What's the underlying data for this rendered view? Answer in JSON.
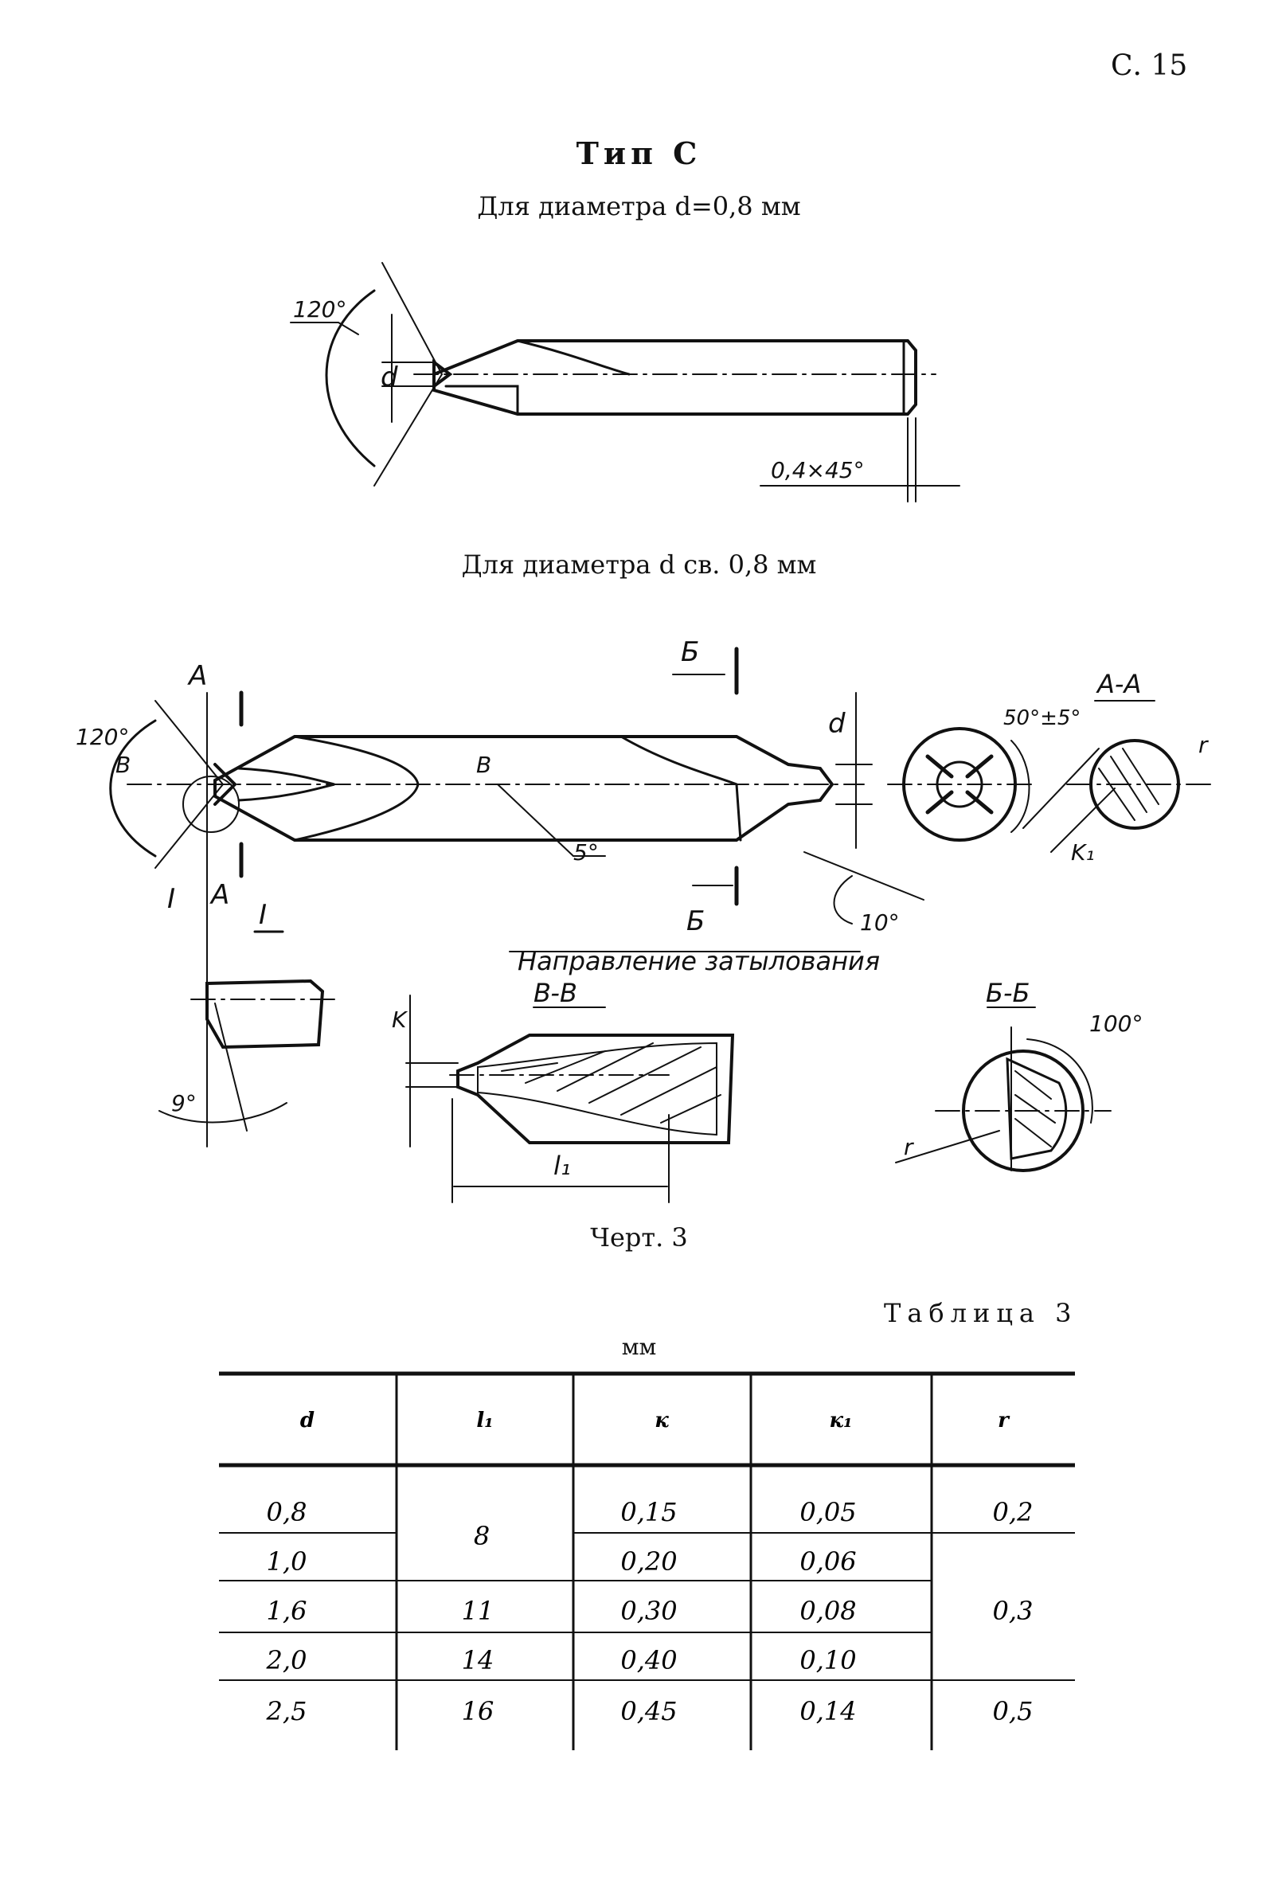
{
  "header": {
    "page_number": "С. 15"
  },
  "section": {
    "type_title": "Тип С",
    "subtitle_small": "Для диаметра d=0,8 мм",
    "subtitle_large": "Для диаметра d св. 0,8 мм"
  },
  "drawing_labels": {
    "angle_120": "120°",
    "d": "d",
    "chamfer": "0,4×45°",
    "section_A": "A",
    "section_B_small": "B",
    "section_Bcyr": "Б",
    "detail_I": "I",
    "angle_5": "5°",
    "angle_10": "10°",
    "direction_text": "Направление затылования",
    "view_AA": "A-A",
    "tol_angle": "50°±5°",
    "r": "r",
    "k1": "K₁",
    "k": "K",
    "view_BB": "B-B",
    "l1": "l₁",
    "view_BcBc": "Б-Б",
    "angle_100": "100°",
    "angle_9": "9°"
  },
  "caption": "Черт. 3",
  "table": {
    "title": "Таблица 3",
    "unit": "мм",
    "headers": [
      "d",
      "l₁",
      "к",
      "к₁",
      "r"
    ],
    "d": [
      "0,8",
      "1,0",
      "1,6",
      "2,0",
      "2,5"
    ],
    "l1": [
      "8",
      "11",
      "14",
      "16"
    ],
    "k": [
      "0,15",
      "0,20",
      "0,30",
      "0,40",
      "0,45"
    ],
    "k1": [
      "0,05",
      "0,06",
      "0,08",
      "0,10",
      "0,14"
    ],
    "r": [
      "0,2",
      "0,3",
      "0,5"
    ]
  }
}
